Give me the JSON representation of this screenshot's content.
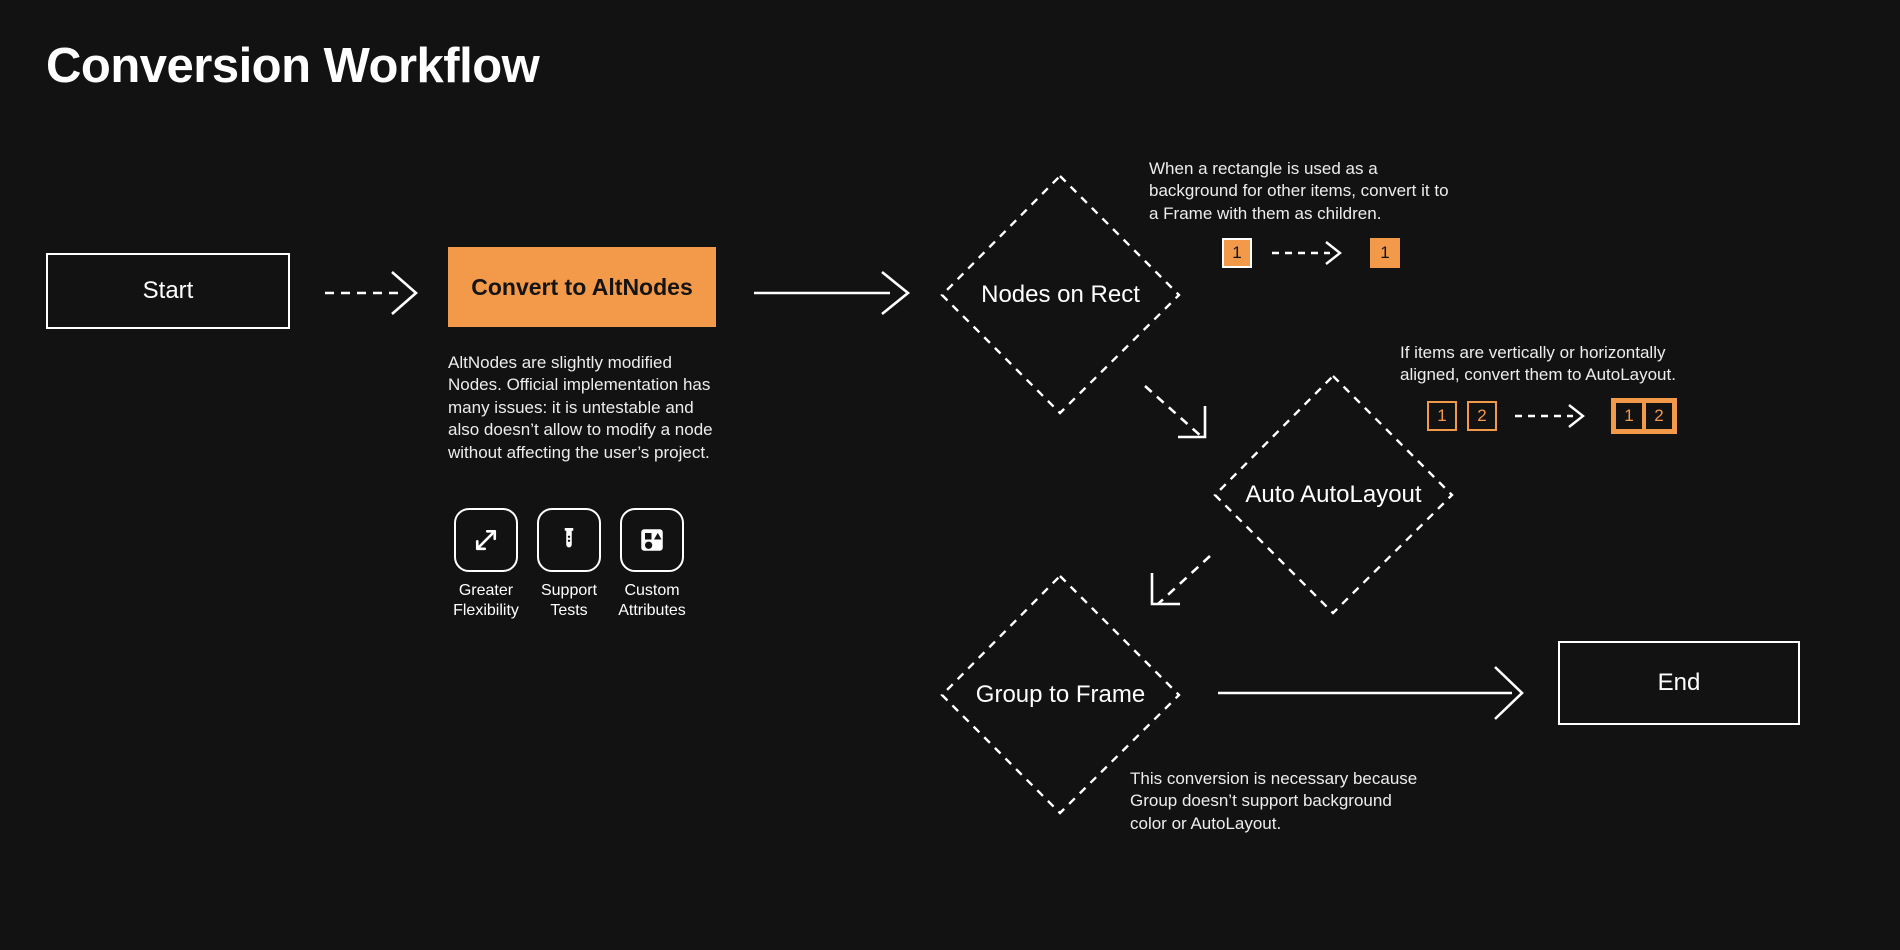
{
  "title": "Conversion Workflow",
  "theme": {
    "background": "#121212",
    "accent": "#f2994a",
    "foreground": "#ffffff"
  },
  "nodes": {
    "start": {
      "label": "Start"
    },
    "convert": {
      "label": "Convert to AltNodes"
    },
    "nodes_on_rect": {
      "label": "Nodes on Rect"
    },
    "auto_autolayout": {
      "label": "Auto AutoLayout"
    },
    "group_to_frame": {
      "label": "Group to Frame"
    },
    "end": {
      "label": "End"
    }
  },
  "annotations": {
    "altnodes": "AltNodes are slightly modified Nodes. Official implementation has many issues: it is untestable and also doesn’t allow to modify a node without affecting the user’s project.",
    "nodes_on_rect": "When a rectangle is used as a background for other items, convert it to a Frame with them as children.",
    "auto_autolayout": "If items are vertically or horizontally aligned, convert them to AutoLayout.",
    "group_to_frame": "This conversion is necessary because Group doesn’t support background color or AutoLayout."
  },
  "features": [
    {
      "icon": "expand-arrows-icon",
      "label": "Greater\nFlexibility"
    },
    {
      "icon": "test-tube-icon",
      "label": "Support\nTests"
    },
    {
      "icon": "shapes-icon",
      "label": "Custom\nAttributes"
    }
  ],
  "badges": {
    "nodes_on_rect": {
      "before": [
        {
          "value": "1",
          "style": "filled-outline"
        }
      ],
      "after": [
        {
          "value": "1",
          "style": "filled"
        }
      ]
    },
    "auto_autolayout": {
      "before": [
        {
          "value": "1",
          "style": "outline"
        },
        {
          "value": "2",
          "style": "outline"
        }
      ],
      "after": [
        {
          "value": "1",
          "style": "outline"
        },
        {
          "value": "2",
          "style": "outline"
        }
      ]
    }
  }
}
